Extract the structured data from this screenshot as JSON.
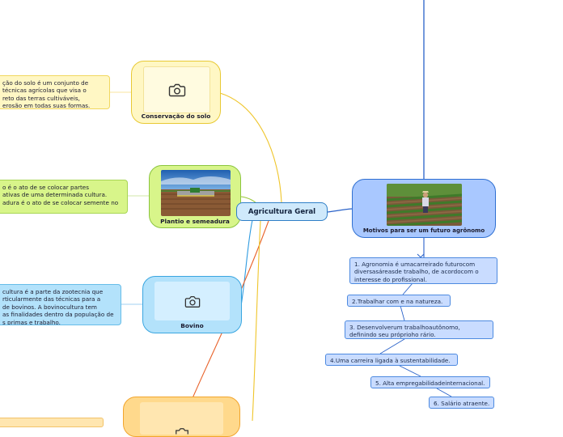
{
  "central": {
    "label": "Agricultura Geral"
  },
  "branches": {
    "conservacao": {
      "label": "Conservação do solo",
      "icon": "camera-icon",
      "description": [
        "ção do solo é um conjunto de",
        "técnicas agrícolas que visa o",
        "reto das terras cultiváveis,",
        "erosão em todas suas formas."
      ],
      "colors": {
        "fill": "#fff7c4",
        "border": "#e8c934",
        "inner": "#fffbe0"
      }
    },
    "plantio": {
      "label": "Plantio e semeadura",
      "icon": "field-photo",
      "description": [
        "o é o ato de se colocar partes",
        "ativas de uma determinada cultura.",
        "adura é o ato de se colocar semente no"
      ],
      "colors": {
        "fill": "#d8f58a",
        "border": "#8bc53f"
      }
    },
    "bovino": {
      "label": "Bovino",
      "icon": "camera-icon",
      "description": [
        "cultura é a parte da zootecnia que",
        "rticularmente das técnicas para a",
        " de bovinos. A bovinocultura tem",
        "as finalidades dentro da população de",
        "s primas e trabalho."
      ],
      "colors": {
        "fill": "#b3e2fb",
        "border": "#3aa6e0",
        "inner": "#d4efff"
      }
    },
    "bottom": {
      "icon": "camera-icon",
      "colors": {
        "fill": "#ffd98c",
        "border": "#f2a52d",
        "inner": "#ffe6b0"
      }
    },
    "motivos": {
      "label": "Motivos para ser um futuro agrônomo",
      "icon": "farmer-photo",
      "colors": {
        "fill": "#a9c8ff",
        "border": "#2f6fd1"
      },
      "items": [
        [
          "1. Agronomia é umacarreirado futurocom",
          "diversasáreasde trabalho, de acordocom o",
          "interesse do profissional."
        ],
        [
          "2.Trabalhar com e na natureza."
        ],
        [
          "3. Desenvolverum trabalhoautônomo,",
          "definindo seu próprioho rário."
        ],
        [
          "4.Uma carreira ligada à sustentabilidade."
        ],
        [
          "5. Alta empregabilidadeinternacional."
        ],
        [
          "6. Salário atraente."
        ]
      ]
    }
  },
  "link_colors": {
    "yellow": "#efc52a",
    "green": "#9bc83c",
    "blue": "#2f9be0",
    "orange": "#e8622a",
    "navy": "#2a62c9"
  }
}
